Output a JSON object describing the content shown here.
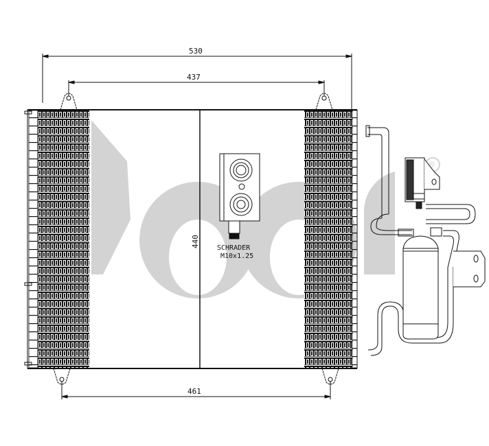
{
  "diagram": {
    "subject": "A/C condenser with receiver-drier",
    "watermark": {
      "text": "ada",
      "registered_mark": "®",
      "color": "#d3d3d3"
    },
    "dimensions": {
      "overall_width": "530",
      "top_mount_spacing": "437",
      "height": "440",
      "bottom_mount_spacing": "461"
    },
    "valve_label": {
      "line1": "SCHRADER",
      "line2": "M10x1.25"
    },
    "colors": {
      "line": "#111111",
      "background": "#ffffff",
      "watermark": "#d3d3d3"
    }
  }
}
